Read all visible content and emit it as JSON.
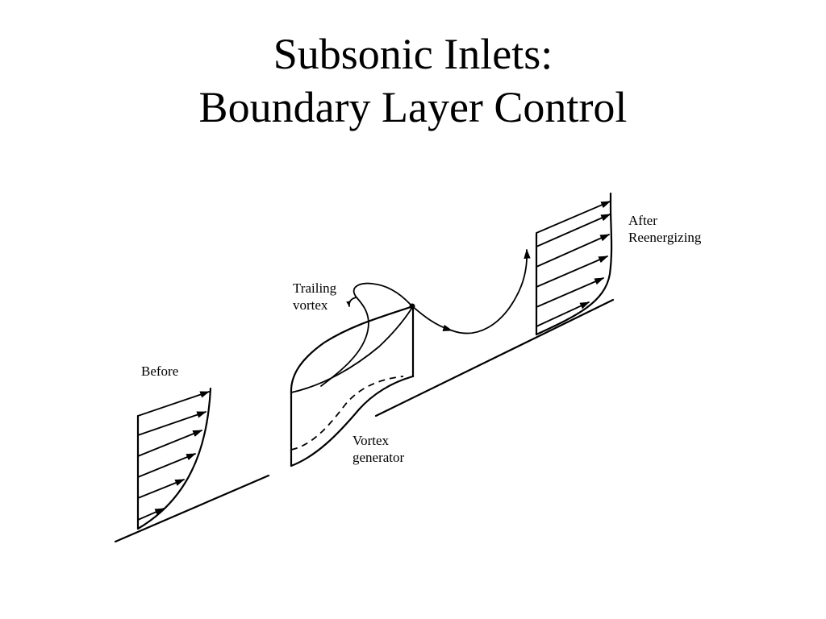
{
  "title": {
    "line1": "Subsonic Inlets:",
    "line2": "Boundary Layer Control"
  },
  "labels": {
    "before": "Before",
    "trailing_line1": "Trailing",
    "trailing_line2": "vortex",
    "vortex_line1": "Vortex",
    "vortex_line2": "generator",
    "after_line1": "After",
    "after_line2": "Reenergizing"
  }
}
